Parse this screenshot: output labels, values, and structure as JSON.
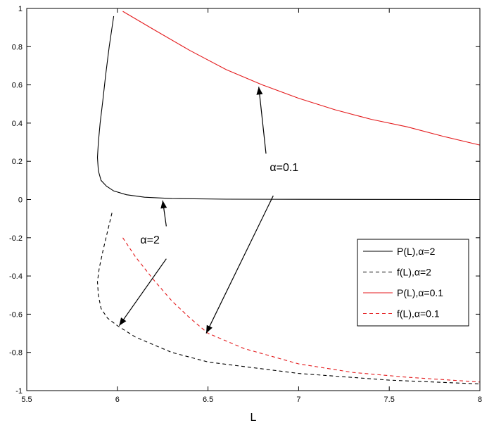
{
  "chart_data": {
    "type": "line",
    "title": "",
    "xlabel": "L",
    "ylabel": "",
    "xlim": [
      5.5,
      8
    ],
    "ylim": [
      -1,
      1
    ],
    "xticks": [
      "5.5",
      "6",
      "6.5",
      "7",
      "7.5",
      "8"
    ],
    "yticks": [
      "-1",
      "-0.8",
      "-0.6",
      "-0.4",
      "-0.2",
      "0",
      "0.2",
      "0.4",
      "0.6",
      "0.8",
      "1"
    ],
    "grid": false,
    "legend_position": "right-lower",
    "series": [
      {
        "name": "P(L),α=2",
        "color": "#000000",
        "dash": "solid",
        "points": [
          [
            5.98,
            0.96
          ],
          [
            5.955,
            0.8
          ],
          [
            5.935,
            0.65
          ],
          [
            5.92,
            0.52
          ],
          [
            5.905,
            0.4
          ],
          [
            5.895,
            0.3
          ],
          [
            5.89,
            0.22
          ],
          [
            5.895,
            0.15
          ],
          [
            5.91,
            0.1
          ],
          [
            5.94,
            0.07
          ],
          [
            5.98,
            0.045
          ],
          [
            6.05,
            0.025
          ],
          [
            6.15,
            0.012
          ],
          [
            6.3,
            0.005
          ],
          [
            6.6,
            0.002
          ],
          [
            7.0,
            0.001
          ],
          [
            8.0,
            0.0
          ]
        ]
      },
      {
        "name": "f(L),α=2",
        "color": "#000000",
        "dash": "dashed",
        "points": [
          [
            5.97,
            -0.07
          ],
          [
            5.945,
            -0.17
          ],
          [
            5.92,
            -0.27
          ],
          [
            5.9,
            -0.36
          ],
          [
            5.89,
            -0.43
          ],
          [
            5.895,
            -0.5
          ],
          [
            5.91,
            -0.57
          ],
          [
            5.945,
            -0.62
          ],
          [
            6.0,
            -0.66
          ],
          [
            6.1,
            -0.72
          ],
          [
            6.3,
            -0.8
          ],
          [
            6.5,
            -0.85
          ],
          [
            7.0,
            -0.91
          ],
          [
            7.5,
            -0.945
          ],
          [
            8.0,
            -0.965
          ]
        ]
      },
      {
        "name": "P(L),α=0.1",
        "color": "#e41a1c",
        "dash": "solid",
        "points": [
          [
            6.03,
            0.985
          ],
          [
            6.2,
            0.89
          ],
          [
            6.4,
            0.78
          ],
          [
            6.6,
            0.68
          ],
          [
            6.8,
            0.6
          ],
          [
            7.0,
            0.53
          ],
          [
            7.2,
            0.47
          ],
          [
            7.4,
            0.42
          ],
          [
            7.6,
            0.38
          ],
          [
            7.8,
            0.33
          ],
          [
            8.0,
            0.285
          ]
        ]
      },
      {
        "name": "f(L),α=0.1",
        "color": "#e41a1c",
        "dash": "dashed",
        "points": [
          [
            6.03,
            -0.2
          ],
          [
            6.1,
            -0.3
          ],
          [
            6.2,
            -0.42
          ],
          [
            6.3,
            -0.53
          ],
          [
            6.4,
            -0.62
          ],
          [
            6.5,
            -0.7
          ],
          [
            6.7,
            -0.78
          ],
          [
            7.0,
            -0.86
          ],
          [
            7.3,
            -0.905
          ],
          [
            7.6,
            -0.93
          ],
          [
            8.0,
            -0.955
          ]
        ]
      }
    ],
    "annotations": [
      {
        "text": "α=0.1",
        "anchor": [
          6.92,
          0.15
        ],
        "arrows": [
          {
            "from": [
              6.82,
              0.24
            ],
            "to": [
              6.78,
              0.59
            ]
          },
          {
            "from": [
              6.86,
              0.02
            ],
            "to": [
              6.49,
              -0.7
            ]
          }
        ]
      },
      {
        "text": "α=2",
        "anchor": [
          6.18,
          -0.23
        ],
        "arrows": [
          {
            "from": [
              6.27,
              -0.14
            ],
            "to": [
              6.25,
              -0.005
            ]
          },
          {
            "from": [
              6.27,
              -0.31
            ],
            "to": [
              6.01,
              -0.66
            ]
          }
        ]
      }
    ]
  }
}
